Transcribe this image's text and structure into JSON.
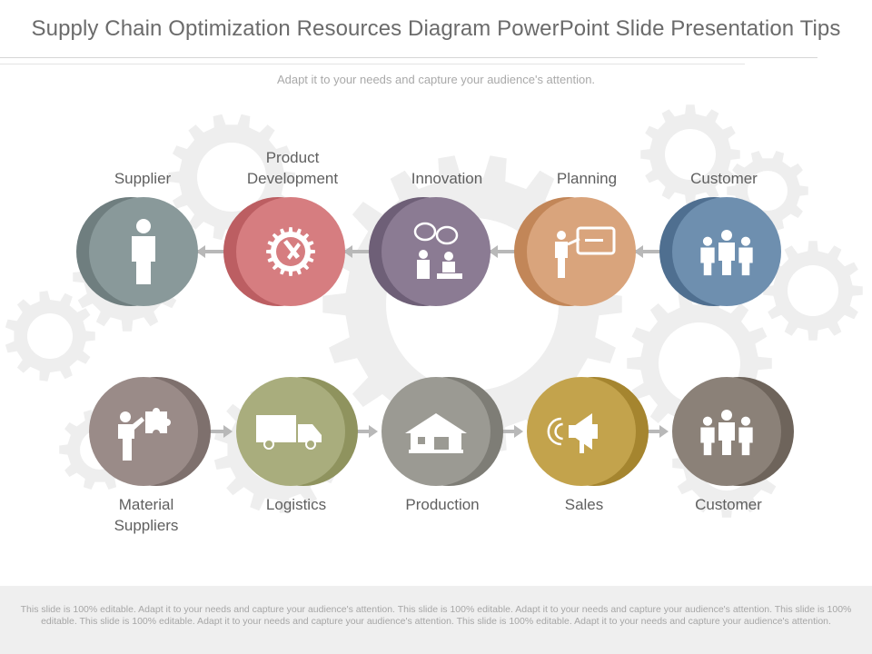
{
  "header": {
    "title": "Supply Chain Optimization Resources Diagram PowerPoint Slide Presentation Tips",
    "subtitle": "Adapt it to your needs and capture your audience's attention."
  },
  "top_row": [
    {
      "label": "Supplier",
      "icon": "person-icon",
      "color": "#89999a",
      "shadow": "#6f7e7f"
    },
    {
      "label": "Product Development",
      "icon": "gear-tools-icon",
      "color": "#d67d80",
      "shadow": "#bc5e62"
    },
    {
      "label": "Innovation",
      "icon": "discussion-icon",
      "color": "#8b7b93",
      "shadow": "#6e5f77"
    },
    {
      "label": "Planning",
      "icon": "presentation-icon",
      "color": "#d9a47c",
      "shadow": "#c28658"
    },
    {
      "label": "Customer",
      "icon": "group-icon",
      "color": "#6e8faf",
      "shadow": "#4f6f90"
    }
  ],
  "bottom_row": [
    {
      "label": "Material Suppliers",
      "icon": "person-puzzle-icon",
      "color": "#9a8b88",
      "shadow": "#7e706d"
    },
    {
      "label": "Logistics",
      "icon": "truck-icon",
      "color": "#a9ad7d",
      "shadow": "#8f935e"
    },
    {
      "label": "Production",
      "icon": "factory-icon",
      "color": "#9b9a93",
      "shadow": "#7e7d76"
    },
    {
      "label": "Sales",
      "icon": "megaphone-icon",
      "color": "#c3a34c",
      "shadow": "#a5852f"
    },
    {
      "label": "Customer",
      "icon": "group-icon",
      "color": "#8b8178",
      "shadow": "#6e645b"
    }
  ],
  "footer": {
    "text": "This slide is 100% editable. Adapt it to your needs and capture your audience's attention. This slide is 100% editable. Adapt it to your needs and capture your audience's attention. This slide is 100% editable. This slide is 100% editable. Adapt it to your needs and capture your audience's attention. This slide is 100% editable. Adapt it to your needs and capture your audience's attention."
  },
  "colors": {
    "arrow": "#b8b8b8",
    "icon": "#ffffff",
    "gear": "#eeeeee"
  }
}
